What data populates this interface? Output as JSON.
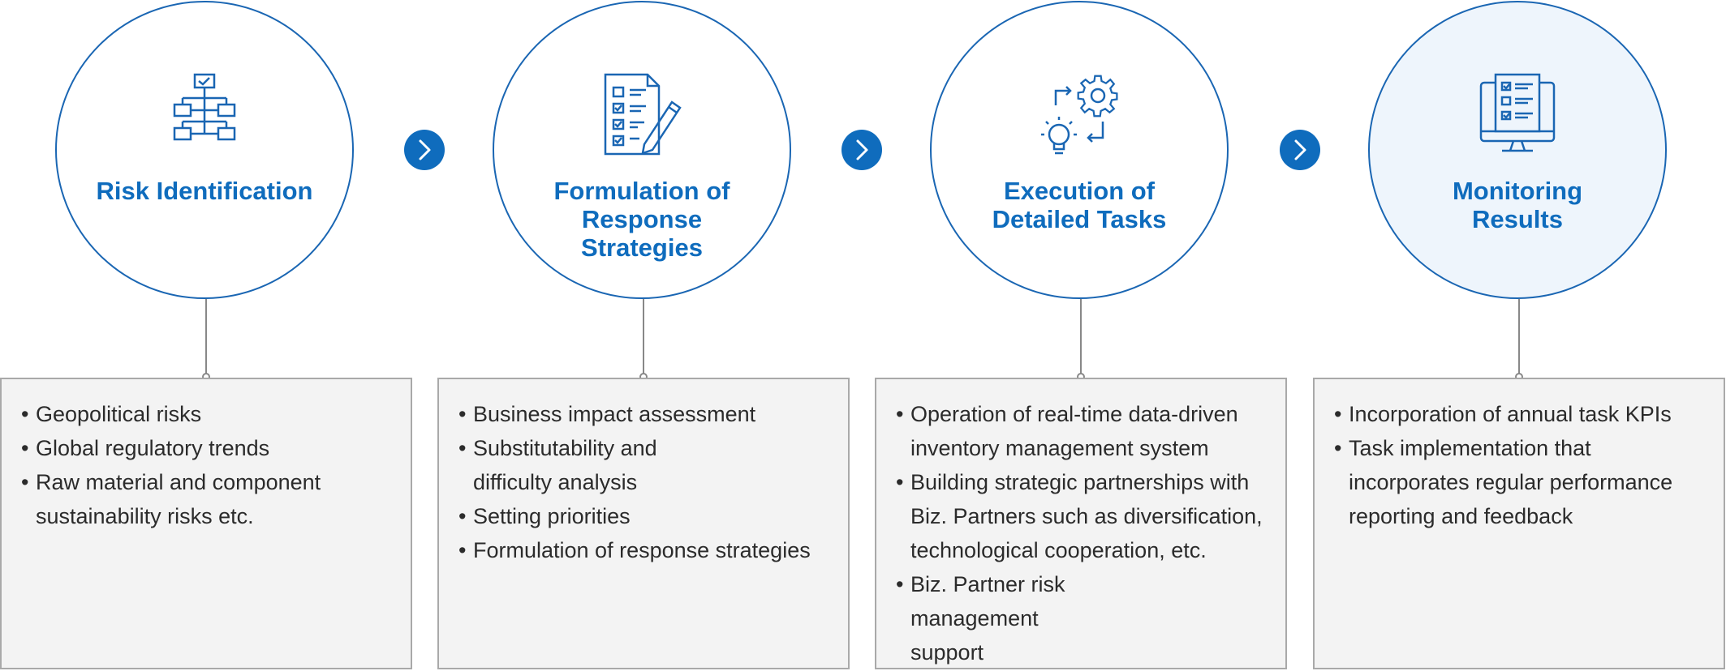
{
  "steps": [
    {
      "title": "Risk Identification",
      "icon": "flowchart-icon",
      "items": [
        "Geopolitical risks",
        "Global regulatory trends",
        "Raw material and component sustainability risks etc."
      ]
    },
    {
      "title": "Formulation of Response Strategies",
      "icon": "checklist-pencil-icon",
      "items": [
        "Business impact assessment",
        "Substitutability and difficulty analysis",
        "Setting priorities",
        "Formulation of response strategies"
      ]
    },
    {
      "title": "Execution of Detailed Tasks",
      "icon": "gear-lightbulb-icon",
      "items": [
        "Operation of real-time data-driven inventory management system",
        "Building strategic partnerships with Biz. Partners such as diversification, technological cooperation, etc.",
        "Biz. Partner risk management support"
      ]
    },
    {
      "title": "Monitoring Results",
      "icon": "monitor-checklist-icon",
      "items": [
        "Incorporation of annual task KPIs",
        "Task implementation that incorporates regular performance reporting and feedback"
      ]
    }
  ],
  "colors": {
    "primary": "#0f6cbd",
    "circle_border": "#1a66b3",
    "box_bg": "#f3f3f3",
    "box_border": "#a9a9a9",
    "last_circle_fill": "#eef5fc"
  }
}
